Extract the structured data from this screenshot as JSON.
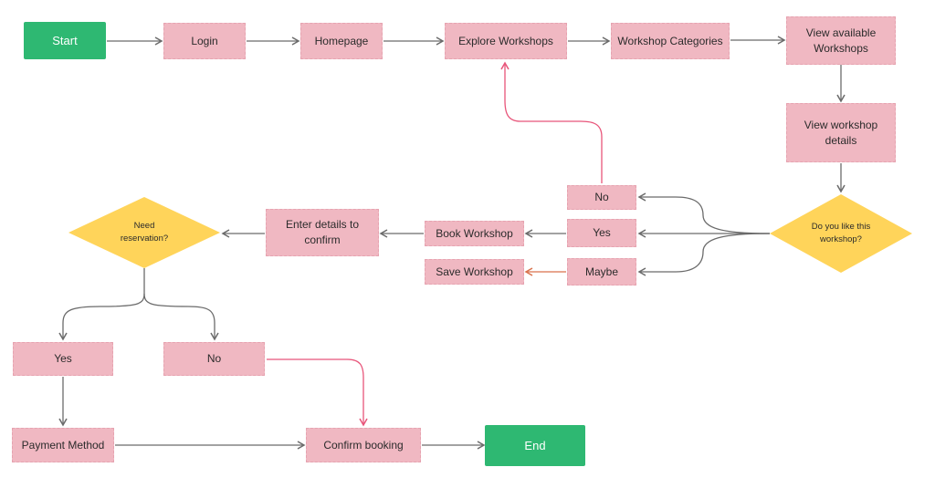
{
  "colors": {
    "start_end_fill": "#2eb872",
    "process_fill": "#f0b8c2",
    "decision_fill": "#ffd45a",
    "connector_gray": "#6b6b6b",
    "connector_pink": "#e8557a",
    "connector_orange": "#d9724c"
  },
  "nodes": {
    "start": "Start",
    "login": "Login",
    "homepage": "Homepage",
    "explore_workshops": "Explore Workshops",
    "workshop_categories": "Workshop Categories",
    "view_available_workshops": "View available Workshops",
    "view_workshop_details": "View workshop details",
    "like_question": "Do you like this workshop?",
    "like_no": "No",
    "like_yes": "Yes",
    "like_maybe": "Maybe",
    "book_workshop": "Book Workshop",
    "save_workshop": "Save Workshop",
    "enter_details": "Enter details to confirm",
    "reservation_question": "Need reservation?",
    "reservation_yes": "Yes",
    "reservation_no": "No",
    "payment_method": "Payment Method",
    "confirm_booking": "Confirm booking",
    "end": "End"
  }
}
